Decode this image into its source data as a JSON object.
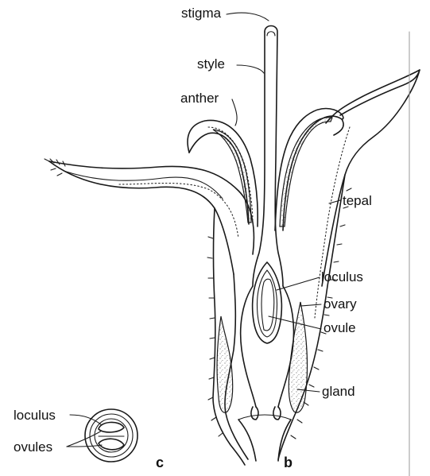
{
  "labels": {
    "stigma": "stigma",
    "style": "style",
    "anther": "anther",
    "tepal": "tepal",
    "loculus_b": "loculus",
    "ovary": "ovary",
    "ovule": "ovule",
    "gland": "gland",
    "loculus_c": "loculus",
    "ovules_c": "ovules"
  },
  "panels": {
    "c": "c",
    "b": "b"
  },
  "colors": {
    "ink": "#1a1a1a",
    "paper": "#ffffff"
  }
}
